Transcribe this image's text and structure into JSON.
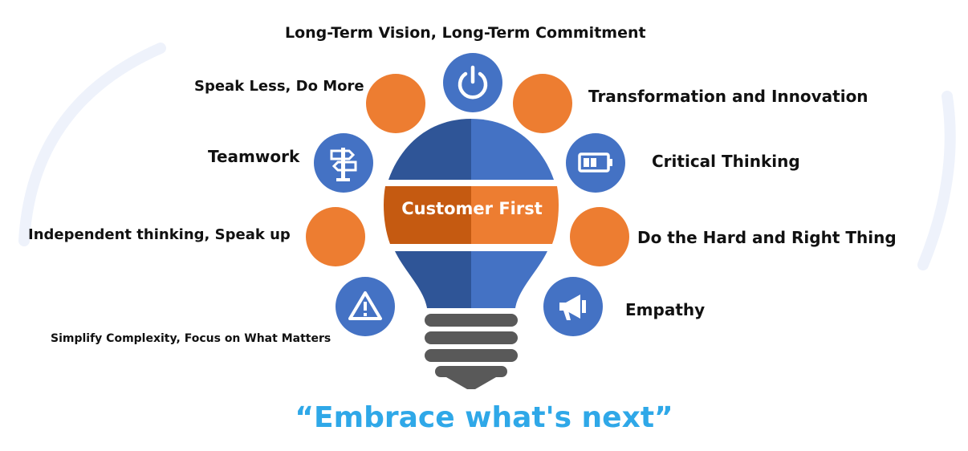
{
  "center": {
    "label": "Customer First"
  },
  "tagline": "“Embrace what's next”",
  "values": {
    "top": "Long-Term Vision, Long-Term Commitment",
    "speak_less": "Speak Less, Do More",
    "transformation": "Transformation and Innovation",
    "teamwork": "Teamwork",
    "critical_thinking": "Critical Thinking",
    "independent": "Independent thinking, Speak up",
    "hard_right": "Do the Hard and Right Thing",
    "empathy": "Empathy",
    "simplify": "Simplify Complexity, Focus on What Matters"
  },
  "icons": {
    "top": "power-icon",
    "teamwork": "signpost-icon",
    "critical_thinking": "battery-icon",
    "simplify": "warning-icon",
    "empathy": "megaphone-icon"
  },
  "colors": {
    "blue": "#4472c4",
    "dark_blue": "#2f5597",
    "orange": "#ed7d31",
    "dark_orange": "#c55a11",
    "gray": "#595959",
    "tagline": "#2fa8e8"
  }
}
